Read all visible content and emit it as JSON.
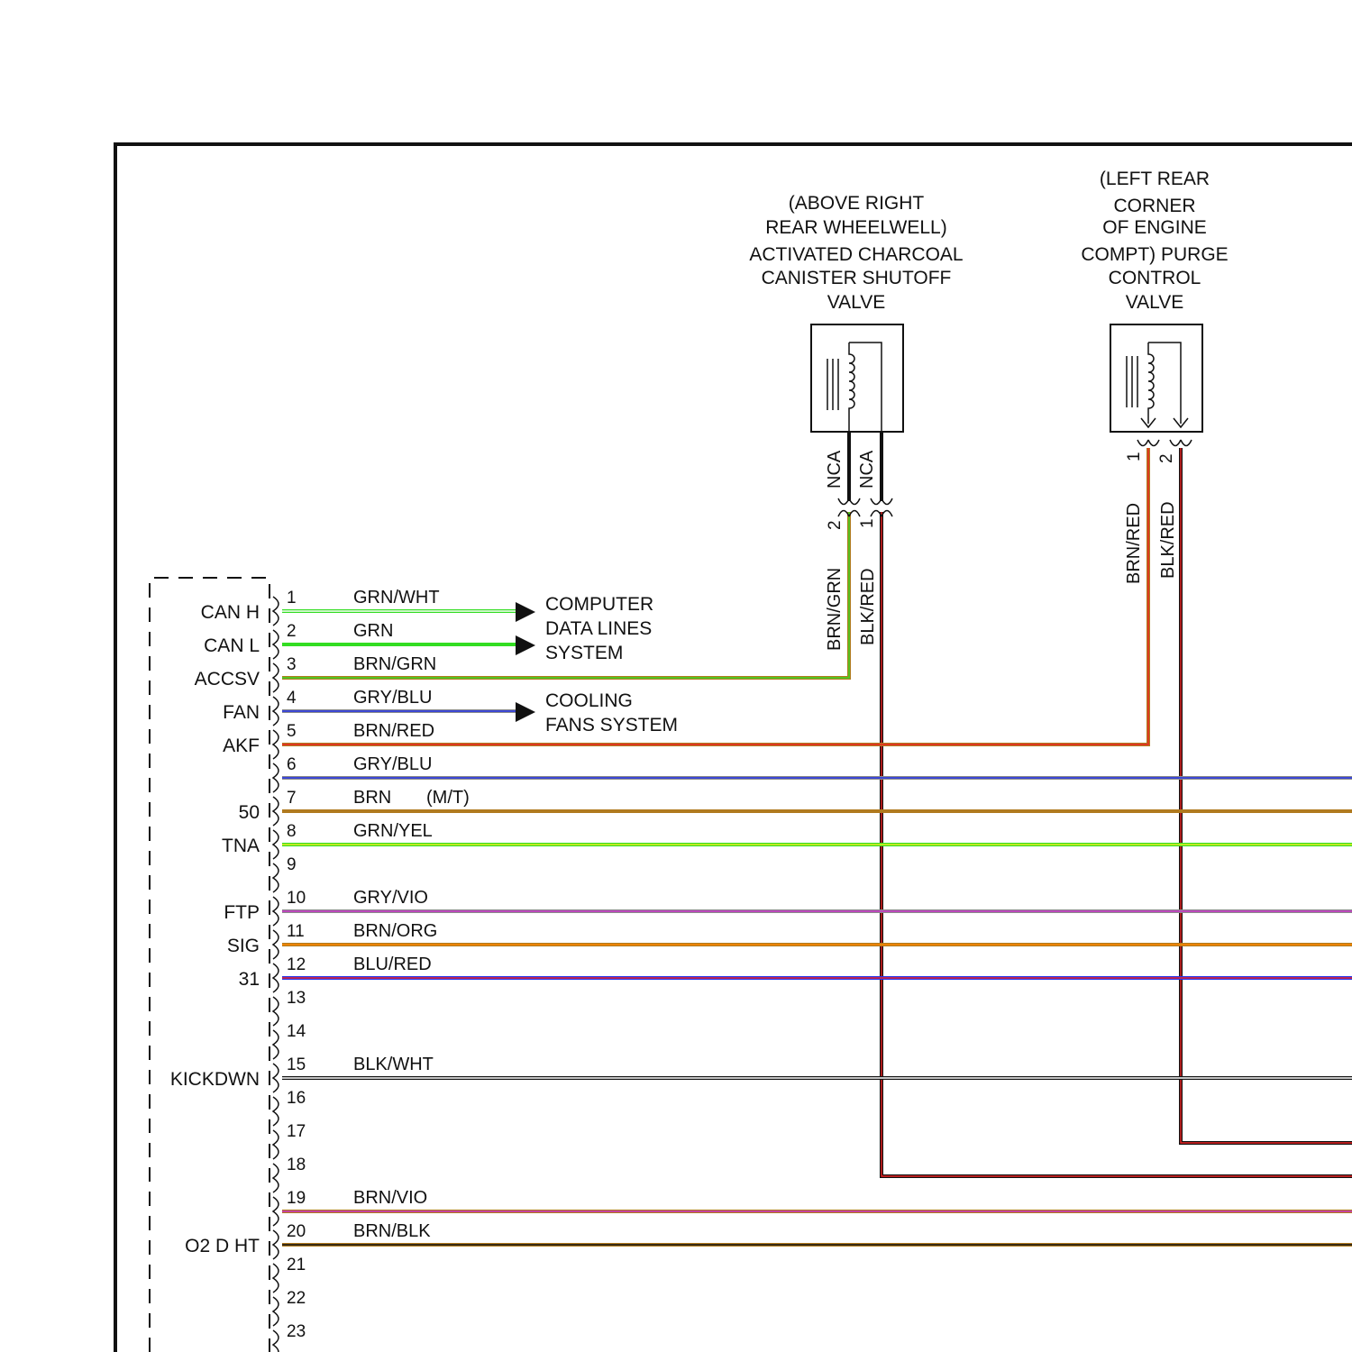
{
  "colors": {
    "GRN": "#33dd22",
    "WHT": "#ffffff",
    "BRN": "#b07a1e",
    "GRY": "#8a8a8a",
    "BLU": "#2233ee",
    "RED": "#ee2222",
    "YEL": "#eeee22",
    "VIO": "#cc33cc",
    "ORG": "#ff8800",
    "BLK": "#111111"
  },
  "ecm": {
    "signals": [
      {
        "pin": 1,
        "name": "CAN H"
      },
      {
        "pin": 2,
        "name": "CAN L"
      },
      {
        "pin": 3,
        "name": "ACCSV"
      },
      {
        "pin": 4,
        "name": "FAN"
      },
      {
        "pin": 5,
        "name": "AKF"
      },
      {
        "pin": 7,
        "name": "50"
      },
      {
        "pin": 8,
        "name": "TNA"
      },
      {
        "pin": 10,
        "name": "FTP"
      },
      {
        "pin": 11,
        "name": "SIG"
      },
      {
        "pin": 12,
        "name": "31"
      },
      {
        "pin": 15,
        "name": "KICKDWN"
      },
      {
        "pin": 20,
        "name": "O2 D HT"
      }
    ],
    "pins": [
      "1",
      "2",
      "3",
      "4",
      "5",
      "6",
      "7",
      "8",
      "9",
      "10",
      "11",
      "12",
      "13",
      "14",
      "15",
      "16",
      "17",
      "18",
      "19",
      "20",
      "21",
      "22",
      "23"
    ]
  },
  "wires": [
    {
      "pin": 1,
      "label": "GRN/WHT",
      "base": "GRN",
      "stripe": "WHT",
      "route": "arrow-data"
    },
    {
      "pin": 2,
      "label": "GRN",
      "base": "GRN",
      "stripe": "GRN",
      "route": "arrow-data"
    },
    {
      "pin": 3,
      "label": "BRN/GRN",
      "base": "BRN",
      "stripe": "GRN",
      "route": "to-canister"
    },
    {
      "pin": 4,
      "label": "GRY/BLU",
      "base": "GRY",
      "stripe": "BLU",
      "route": "arrow-fans"
    },
    {
      "pin": 5,
      "label": "BRN/RED",
      "base": "BRN",
      "stripe": "RED",
      "route": "to-purge"
    },
    {
      "pin": 6,
      "label": "GRY/BLU",
      "base": "GRY",
      "stripe": "BLU",
      "route": "through"
    },
    {
      "pin": 7,
      "label": "BRN",
      "base": "BRN",
      "stripe": "BRN",
      "route": "through",
      "note": "(M/T)"
    },
    {
      "pin": 8,
      "label": "GRN/YEL",
      "base": "GRN",
      "stripe": "YEL",
      "route": "through"
    },
    {
      "pin": 10,
      "label": "GRY/VIO",
      "base": "GRY",
      "stripe": "VIO",
      "route": "through"
    },
    {
      "pin": 11,
      "label": "BRN/ORG",
      "base": "BRN",
      "stripe": "ORG",
      "route": "through"
    },
    {
      "pin": 12,
      "label": "BLU/RED",
      "base": "BLU",
      "stripe": "RED",
      "route": "through"
    },
    {
      "pin": 15,
      "label": "BLK/WHT",
      "base": "BLK",
      "stripe": "WHT",
      "route": "through"
    },
    {
      "pin": 19,
      "label": "BRN/VIO",
      "base": "BRN",
      "stripe": "VIO",
      "route": "through"
    },
    {
      "pin": 20,
      "label": "BRN/BLK",
      "base": "BRN",
      "stripe": "BLK",
      "route": "through"
    }
  ],
  "destinations": {
    "data_lines": [
      "COMPUTER",
      "DATA LINES",
      "SYSTEM"
    ],
    "cooling_fans": [
      "COOLING",
      "FANS SYSTEM"
    ]
  },
  "canister_valve": {
    "title_lines": [
      "(ABOVE RIGHT",
      "REAR WHEELWELL)",
      "ACTIVATED CHARCOAL",
      "CANISTER SHUTOFF",
      "VALVE"
    ],
    "lead_labels": [
      "NCA",
      "NCA"
    ],
    "pin_labels": [
      "2",
      "1"
    ],
    "wire_labels": [
      "BRN/GRN",
      "BLK/RED"
    ]
  },
  "purge_valve": {
    "title_lines": [
      "(LEFT REAR",
      "CORNER",
      "OF ENGINE",
      "COMPT) PURGE",
      "CONTROL",
      "VALVE"
    ],
    "pin_labels": [
      "1",
      "2"
    ],
    "wire_labels": [
      "BRN/RED",
      "BLK/RED"
    ]
  }
}
